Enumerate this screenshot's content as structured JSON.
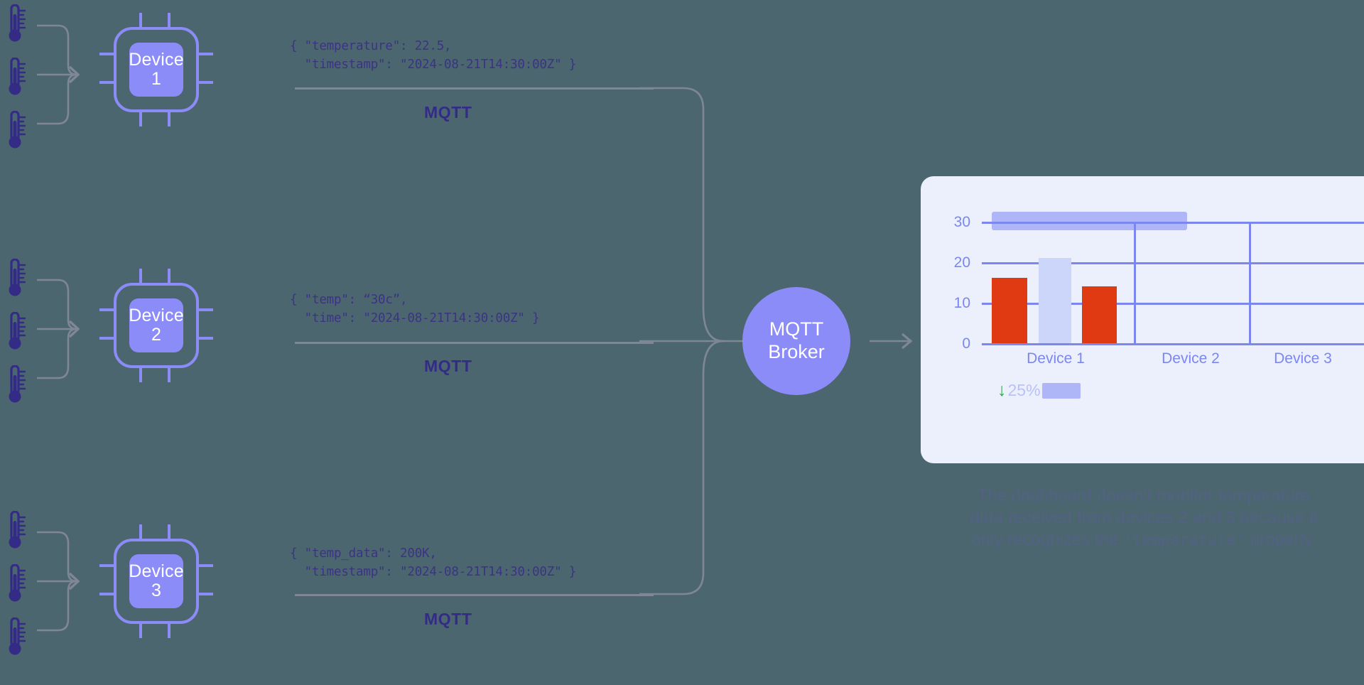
{
  "canvas": {
    "background": "#4c6670"
  },
  "palette": {
    "device_blue": "#8b8cf8",
    "line_gray": "#7e8793",
    "json_text": "#3b3383",
    "mqtt_label": "#332b86",
    "card_bg": "#ecf0fd",
    "chart_blue": "#7b87ef",
    "bar_red": "#e03a13",
    "bar_lightblue": "#ccd6fb",
    "down_green": "#2ea84f",
    "caption": "#55608d"
  },
  "devices": [
    {
      "id": "device-1",
      "chip_label_line1": "Device",
      "chip_label_line2": "1",
      "payload": "{ \"temperature\": 22.5,\n  \"timestamp\": \"2024-08-21T14:30:00Z\" }",
      "protocol_label": "MQTT"
    },
    {
      "id": "device-2",
      "chip_label_line1": "Device",
      "chip_label_line2": "2",
      "payload": "{ \"temp\": “30c”,\n  \"time\": \"2024-08-21T14:30:00Z\" }",
      "protocol_label": "MQTT"
    },
    {
      "id": "device-3",
      "chip_label_line1": "Device",
      "chip_label_line2": "3",
      "payload": "{ \"temp_data\": 200K,\n  \"timestamp\": \"2024-08-21T14:30:00Z\" }",
      "protocol_label": "MQTT"
    }
  ],
  "broker": {
    "line1": "MQTT",
    "line2": "Broker"
  },
  "dashboard": {
    "delta": {
      "arrow": "↓",
      "value": "25%"
    }
  },
  "chart_data": {
    "type": "bar",
    "title": "",
    "categories": [
      "Device 1",
      "Device 2",
      "Device 3"
    ],
    "values": [
      16,
      21,
      14
    ],
    "bar_colors": [
      "#e03a13",
      "#ccd6fb",
      "#e03a13"
    ],
    "note": "three bars are all drawn within the Device 1 category slot",
    "yticks": [
      "0",
      "10",
      "20",
      "30"
    ],
    "ylim": [
      0,
      33
    ],
    "xlabel": "",
    "ylabel": "",
    "grid": true,
    "legend": "none"
  },
  "caption": {
    "line1": "The dashboard doesn’t monitor temperature",
    "line2": "data received from devices 2 and 3 because it",
    "line3_pre": "only recognizes the ",
    "line3_code": "'temperature'",
    "line3_post": " property."
  },
  "icons": {
    "thermometer": "thermometer-icon",
    "arrow_right": "arrow-right-icon",
    "arrow_down": "arrow-down-icon"
  }
}
